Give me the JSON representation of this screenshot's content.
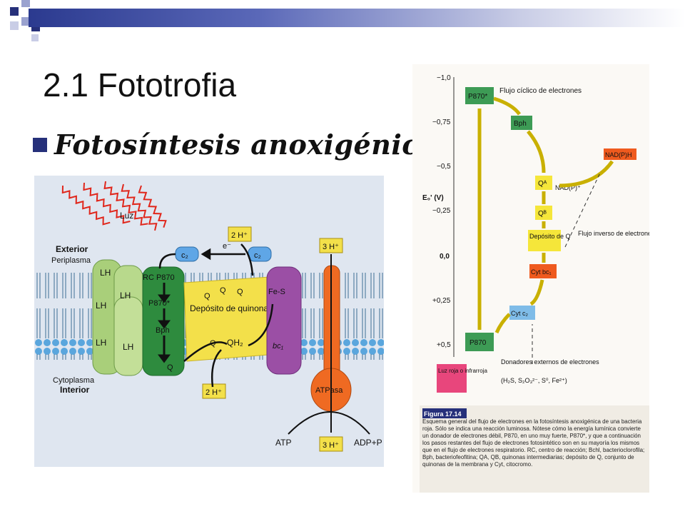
{
  "slide": {
    "title": "2.1 Fototrofia",
    "bullet": "Fotosíntesis anoxigénica"
  },
  "left_figure": {
    "light_label": "Luz",
    "exterior": "Exterior",
    "periplasm": "Periplasma",
    "cytoplasm": "Cytoplasma",
    "interior": "Interior",
    "lh": "LH",
    "rc_p870": "RC P870",
    "p870_star": "P870*",
    "bph": "Bph",
    "q": "Q",
    "electron": "e⁻",
    "c2": "c₂",
    "two_h_top": "2 H⁺",
    "two_h_bottom": "2 H⁺",
    "three_h_top": "3 H⁺",
    "three_h_bottom": "3 H⁺",
    "quinone_pool": "Depósito de quinonas",
    "qh2": "QH₂",
    "fes": "Fe-S",
    "bc1": "bc₁",
    "atpase": "ATPasa",
    "atp": "ATP",
    "adp": "ADP+P"
  },
  "right_figure": {
    "y_axis_title": "E₀'\n(V)",
    "y_ticks": [
      "−1,0",
      "−0,75",
      "−0,5",
      "−0,25",
      "0,0",
      "+0,25",
      "+0,5"
    ],
    "cyclic_flow": "Flujo cíclico de electrones",
    "p870_star": "P870*",
    "bph": "Bph",
    "qa": "Qᴬ",
    "qb": "Qᴮ",
    "nadp": "NAD(P)⁺",
    "nadph": "NAD(P)H",
    "q_pool": "Depósito de Q",
    "reverse_flow": "Flujo inverso de electrones (consume energía)",
    "cyt_bc1": "Cyt bc₁",
    "cyt_c2": "Cyt c₂",
    "p870": "P870",
    "red_light": "Luz roja o infrarroja",
    "external_donors": "Donadores externos de electrones",
    "donor_list": "(H₂S, S₂O₃²⁻, S⁰, Fe²⁺)",
    "figure_number": "Figura 17.14",
    "caption": "Esquema general del flujo de electrones en la fotosíntesis anoxigénica de una bacteria roja. Sólo se indica una reacción luminosa. Nótese cómo la energía lumínica convierte un donador de electrones débil, P870, en uno muy fuerte, P870*, y que a continuación los pasos restantes del flujo de electrones fotosintético son en su mayoría los mismos que en el flujo de electrones respiratorio. RC, centro de reacción; Bchl, bacterioclorofila; Bph, bacteriofeofitina; QA, QB, quinonas intermediarias; depósito de Q, conjunto de quinonas de la membrana y Cyt, citocromo."
  },
  "colors": {
    "accent_blue": "#26307a",
    "lh_green": "#a9cf7a",
    "rc_green": "#2e8b3e",
    "quinone_yellow": "#f3e04a",
    "bc1_purple": "#9b4fa5",
    "atpase_orange": "#ef6a22",
    "c2_blue": "#5fa6e6",
    "box_green": "#3d9b55",
    "box_yellow": "#f5e63a",
    "box_orange": "#ef5a1e",
    "box_pink": "#e8467c"
  }
}
